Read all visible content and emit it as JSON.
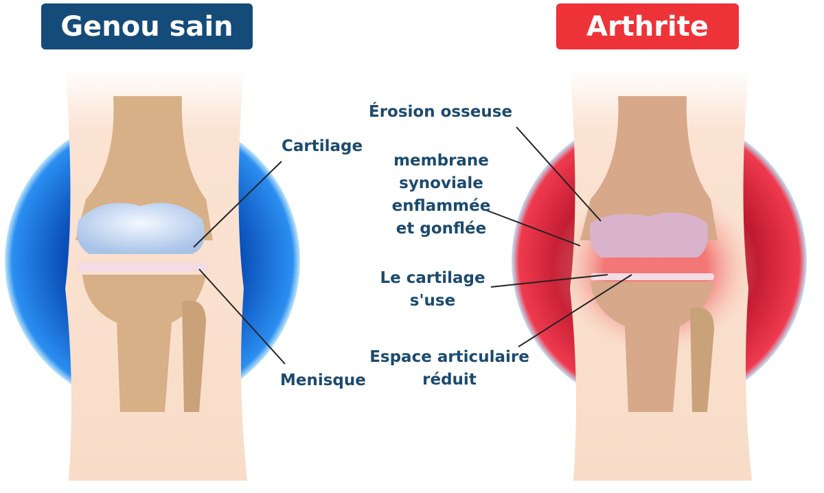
{
  "panels": {
    "left": {
      "title": "Genou sain",
      "color": "#154b78",
      "circle_color": "#1a6fd0"
    },
    "right": {
      "title": "Arthrite",
      "color": "#ee3338",
      "circle_color": "#d81f35"
    }
  },
  "labels": {
    "cartilage": "Cartilage",
    "menisque": "Menisque",
    "erosion": "Érosion osseuse",
    "membrane": [
      "membrane",
      "synoviale",
      "enflammée",
      "et gonflée"
    ],
    "cartilage_use": [
      "Le cartilage",
      "s'use"
    ],
    "espace": [
      "Espace articulaire",
      "réduit"
    ]
  },
  "text_color": "#1c4a6e"
}
